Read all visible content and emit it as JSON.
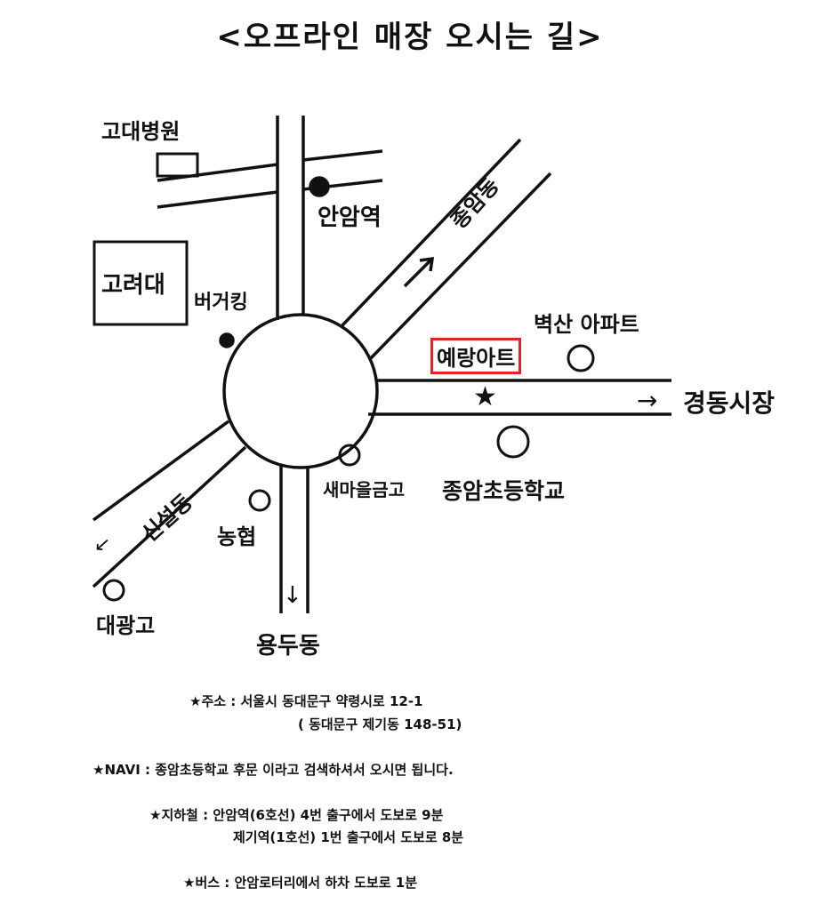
{
  "title": "<오프라인 매장 오시는 길>",
  "map": {
    "labels": {
      "hospital": "고대병원",
      "station": "안암역",
      "university": "고려대",
      "burger_king": "버거킹",
      "jongam_dong": "종암동",
      "byeoksan": "벽산 아파트",
      "store": "예랑아트",
      "market": "경동시장",
      "saemaeul": "새마을금고",
      "school": "종암초등학교",
      "sinseol_dong": "신설동",
      "nonghyup": "농협",
      "daegwang": "대광고",
      "yongdu_dong": "용두동"
    },
    "arrows": {
      "right": "→",
      "left": "←",
      "down": "↓"
    },
    "store_color": "#e0242b"
  },
  "info": {
    "address": "★주소 : 서울시 동대문구 약령시로 12-1",
    "address_old": "( 동대문구  제기동  148-51)",
    "navi": "★NAVI : 종암초등학교  후문  이라고  검색하셔서  오시면  됩니다.",
    "subway1": "★지하철 : 안암역(6호선) 4번 출구에서 도보로 9분",
    "subway2": "제기역(1호선)  1번  출구에서  도보로  8분",
    "bus": "★버스 : 안암로터리에서 하차 도보로 1분"
  }
}
